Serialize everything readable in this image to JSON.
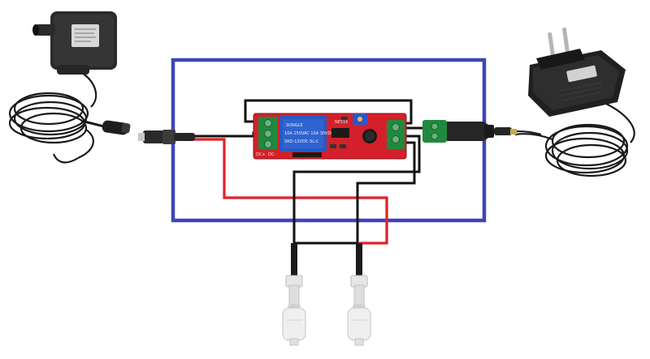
{
  "diagram": {
    "relay_label_line1": "SONGLE",
    "relay_label_line2": "10A 250VAC  10A 30VDC",
    "relay_label_line3": "SRD-12VDC-SL-C",
    "board_model": "NE555",
    "board_plus_label": "DC+",
    "board_minus_label": "DC-",
    "colors": {
      "enclosure": "#3f45b8",
      "wire_black": "#111111",
      "wire_red": "#e0202a",
      "board": "#d4202a",
      "relay": "#2a59c4",
      "terminal": "#1f8a3e",
      "float_switch": "#efefef"
    },
    "icons": [
      "water-pump-icon",
      "power-adapter-icon",
      "float-switch-icon",
      "dc-jack-icon"
    ]
  }
}
